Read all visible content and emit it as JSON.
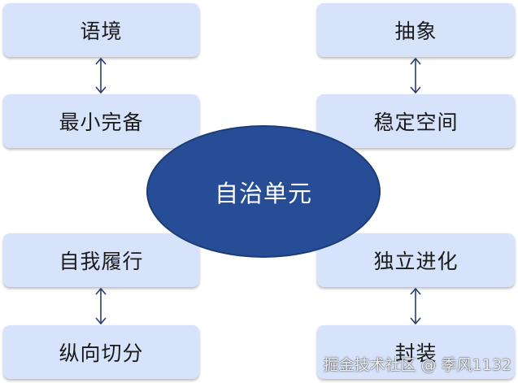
{
  "center": {
    "label": "自治单元"
  },
  "left": {
    "top": "语境",
    "upper": "最小完备",
    "lower": "自我履行",
    "bottom": "纵向切分"
  },
  "right": {
    "top": "抽象",
    "upper": "稳定空间",
    "lower": "独立进化",
    "bottom": "封装"
  },
  "watermark": "掘金技术社区 @ 季风1132",
  "colors": {
    "box_fill": "#d7e3fb",
    "ellipse_fill": "#264d96",
    "arrow": "#2a3f6e"
  }
}
